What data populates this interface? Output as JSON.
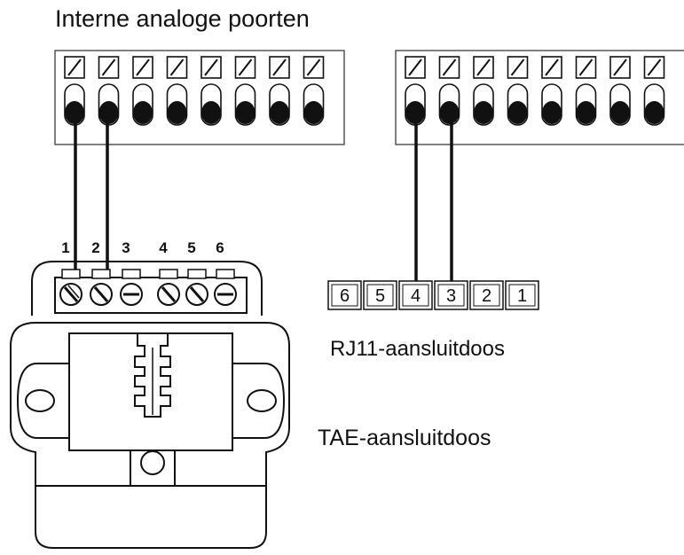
{
  "title": "Interne analoge poorten",
  "rj11": {
    "label": "RJ11-aansluitdoos",
    "pins": [
      "6",
      "5",
      "4",
      "3",
      "2",
      "1"
    ]
  },
  "tae": {
    "label": "TAE-aansluitdoos",
    "terminals": [
      "1",
      "2",
      "3",
      "4",
      "5",
      "6"
    ]
  },
  "port_blocks": [
    {
      "terminal_count": 8
    },
    {
      "terminal_count": 8
    }
  ],
  "connections": [
    {
      "from": "left-port-1",
      "to": "TAE 1"
    },
    {
      "from": "left-port-2",
      "to": "TAE 2"
    },
    {
      "from": "right-port-1",
      "to": "RJ11 4"
    },
    {
      "from": "right-port-2",
      "to": "RJ11 3"
    }
  ]
}
